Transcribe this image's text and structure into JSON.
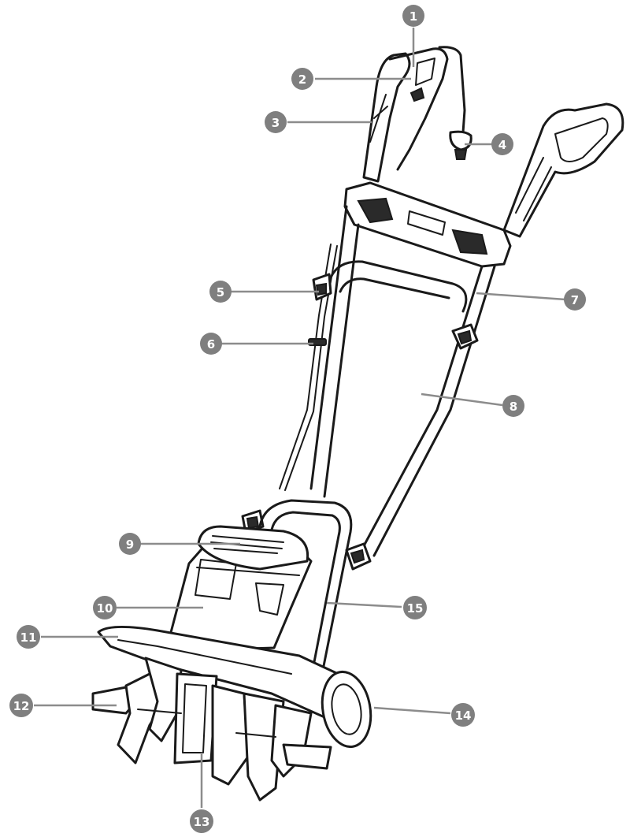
{
  "callouts": [
    {
      "id": "callout-1",
      "label": "1"
    },
    {
      "id": "callout-2",
      "label": "2"
    },
    {
      "id": "callout-3",
      "label": "3"
    },
    {
      "id": "callout-4",
      "label": "4"
    },
    {
      "id": "callout-5",
      "label": "5"
    },
    {
      "id": "callout-6",
      "label": "6"
    },
    {
      "id": "callout-7",
      "label": "7"
    },
    {
      "id": "callout-8",
      "label": "8"
    },
    {
      "id": "callout-9",
      "label": "9"
    },
    {
      "id": "callout-10",
      "label": "10"
    },
    {
      "id": "callout-11",
      "label": "11"
    },
    {
      "id": "callout-12",
      "label": "12"
    },
    {
      "id": "callout-13",
      "label": "13"
    },
    {
      "id": "callout-14",
      "label": "14"
    },
    {
      "id": "callout-15",
      "label": "15"
    }
  ],
  "colors": {
    "badge": "#7f7f7f",
    "leader": "#8c8c8c",
    "line": "#1a1a1a"
  }
}
